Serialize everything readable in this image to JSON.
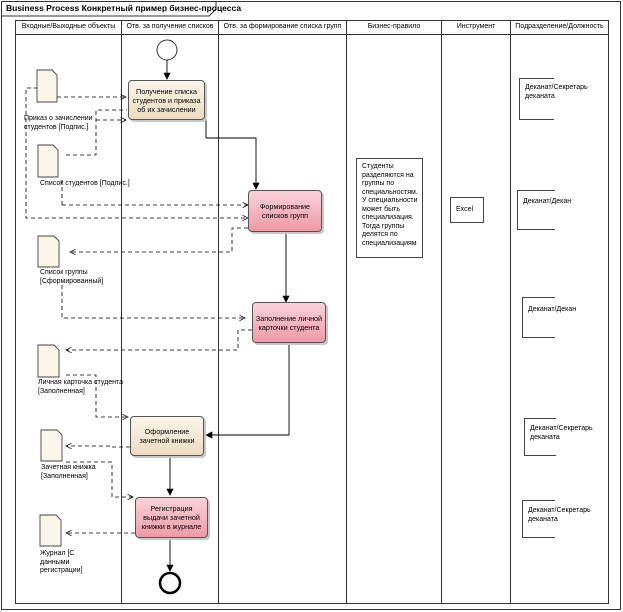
{
  "title": "Business Process Конкретный пример бизнес-процесса",
  "lanes": [
    "Входные/Выходные объекты",
    "Отв. за получение списков",
    "Отв. за формирование списка групп",
    "Бизнес-правило",
    "Инструмент",
    "Подразделение/Должность"
  ],
  "activities": {
    "a1": "Получение списка студентов и приказа об их зачислении",
    "a2": "Формирование списков групп",
    "a3": "Заполнение личной карточки студента",
    "a4": "Оформление зачетной книжки",
    "a5": "Регистрация выдачи зачетной книжки в журнале"
  },
  "documents": {
    "d1": "Приказ о зачислении студентов [Подпис.]",
    "d2": "Список студентов [Подпис.]",
    "d3": "Список группы [Сформированный]",
    "d4": "Личная карточка студента [Заполненная]",
    "d5": "Зачетная книжка [Заполненная]",
    "d6": "Журнал [С данными регистрации]"
  },
  "rule": "Студенты разделяются на группы по специальностям. У специальности может быть специализация. Тогда группы делятся по специализациям",
  "tool": "Excel",
  "positions": [
    "Деканат/Секретарь деканата",
    "Деканат/Декан",
    "Деканат/Декан",
    "Деканат/Секретарь деканата",
    "Деканат/Секретарь деканата"
  ]
}
